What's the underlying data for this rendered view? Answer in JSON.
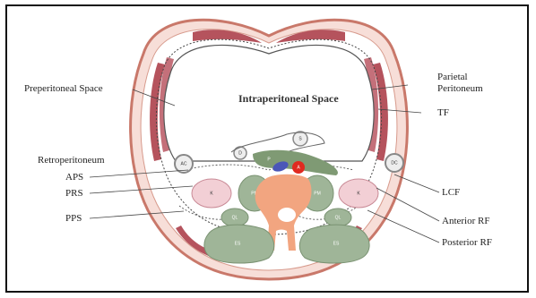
{
  "labels": {
    "preperitoneal_space": "Preperitoneal Space",
    "intraperitoneal_space": "Intraperitoneal Space",
    "parietal_peritoneum_line1": "Parietal",
    "parietal_peritoneum_line2": "Peritoneum",
    "tf": "TF",
    "retroperitoneum": "Retroperitoneum",
    "aps": "APS",
    "prs": "PRS",
    "pps": "PPS",
    "lcf": "LCF",
    "anterior_rf": "Anterior RF",
    "posterior_rf": "Posterior RF"
  },
  "structures": {
    "kidney_left": "K",
    "kidney_right": "K",
    "psoas_left": "PM",
    "psoas_right": "PM",
    "quadratus_left": "QL",
    "quadratus_right": "QL",
    "erector_left": "ES",
    "erector_right": "ES",
    "colon_left": "AC",
    "colon_right": "DC",
    "duodenum": "D",
    "stomach": "S",
    "pancreas": "P",
    "aorta": "A"
  },
  "colors": {
    "skin": "#c9786a",
    "muscle": "#b5535d",
    "kidney": "#f2cfd5",
    "muscle_green": "#9fb598",
    "pancreas": "#7f9a74",
    "vertebra": "#f2a580",
    "aorta": "#e02a20",
    "ivc": "#4a56b8"
  }
}
